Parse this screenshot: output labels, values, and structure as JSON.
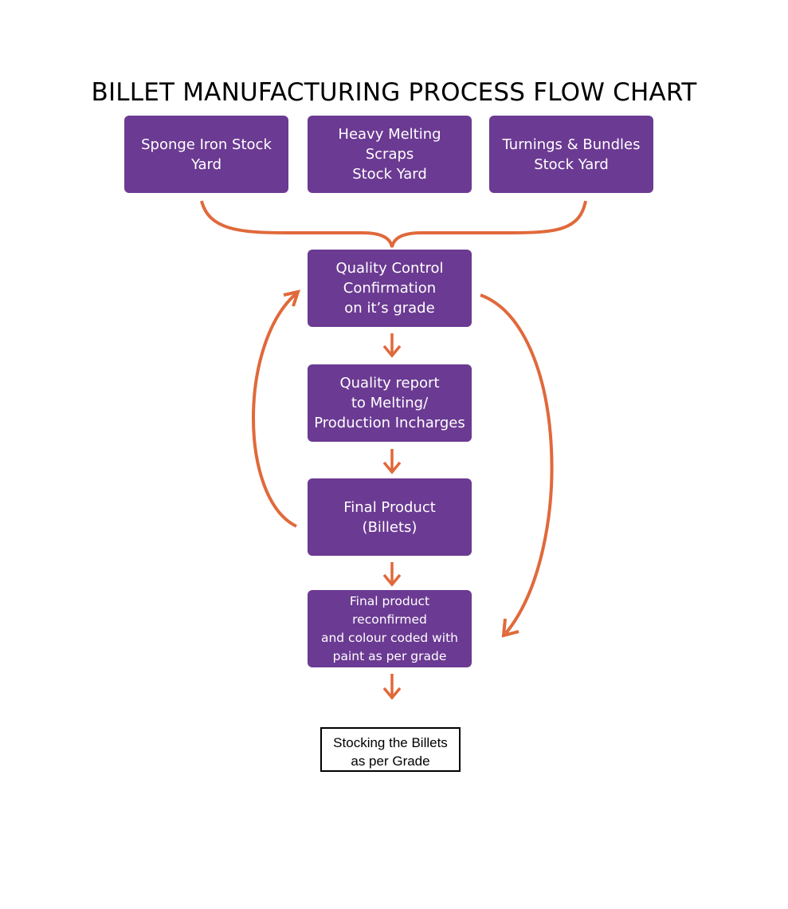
{
  "title": "BILLET MANUFACTURING PROCESS FLOW CHART",
  "colors": {
    "box_fill": "#6b3a92",
    "box_text": "#ffffff",
    "arrow": "#e0693b",
    "final_border": "#000000"
  },
  "sources": [
    {
      "label": "Sponge Iron Stock Yard"
    },
    {
      "label": "Heavy Melting Scraps\nStock Yard"
    },
    {
      "label": "Turnings & Bundles\nStock Yard"
    }
  ],
  "steps": [
    {
      "label": "Quality Control\nConfirmation\non it’s grade"
    },
    {
      "label": "Quality report\nto Melting/\nProduction Incharges"
    },
    {
      "label": "Final Product (Billets)"
    },
    {
      "label": "Final product reconfirmed\nand colour coded with\npaint as per grade"
    }
  ],
  "final": {
    "label": "Stocking the Billets\nas per Grade"
  }
}
